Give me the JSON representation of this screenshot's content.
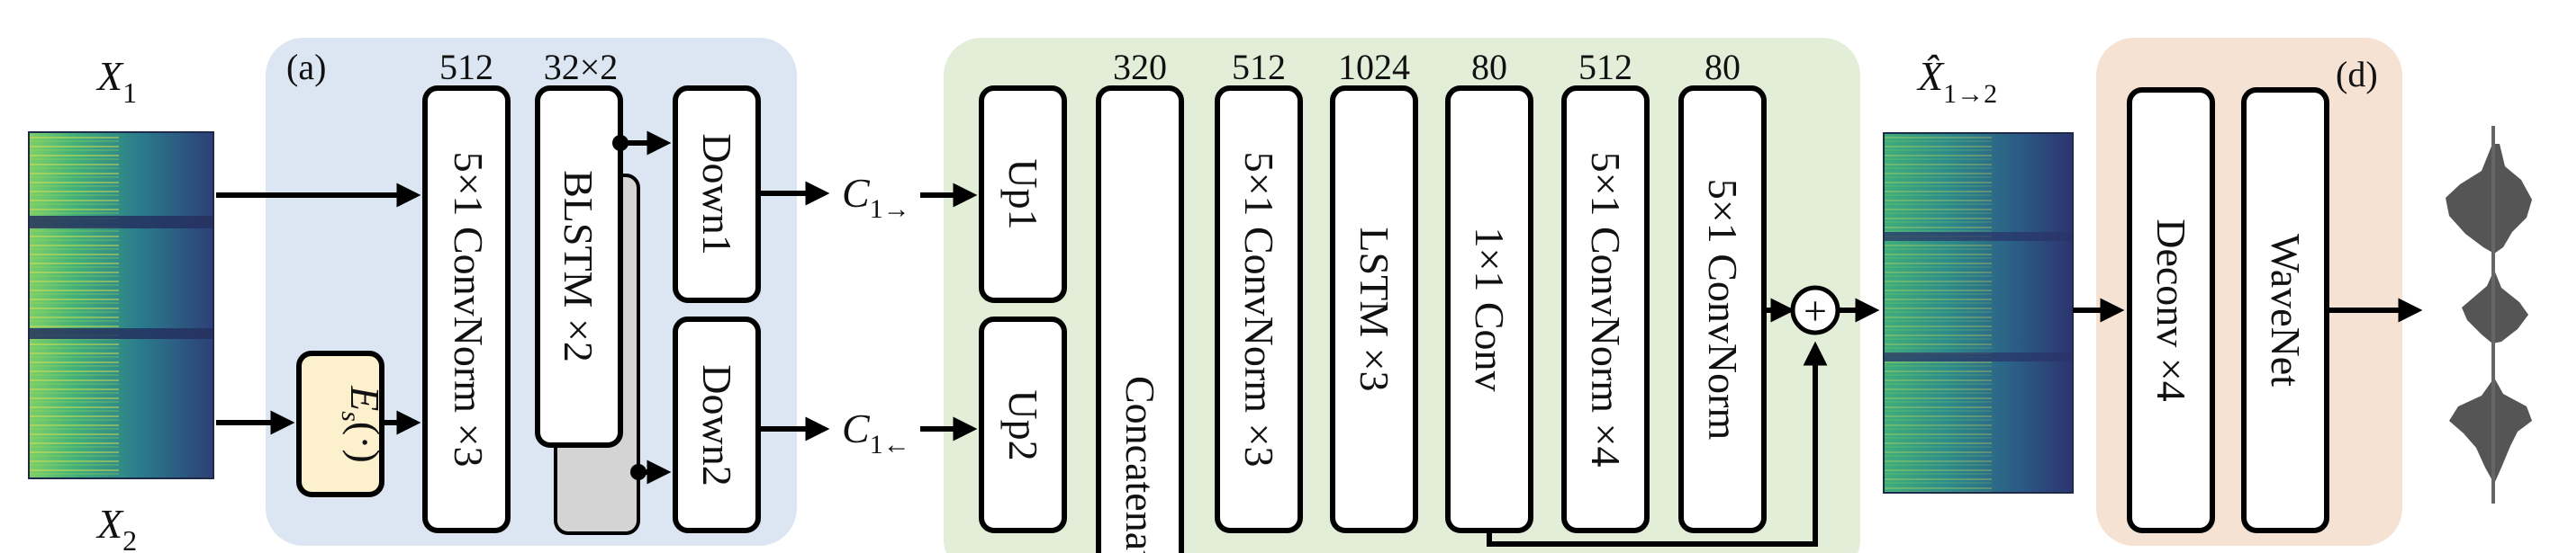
{
  "inputs": {
    "x1_label": "X",
    "x1_sub": "1",
    "x2_label": "X",
    "x2_sub": "2",
    "output_label": "X̂",
    "output_sub": "1→2"
  },
  "encoder": {
    "panel_label": "(a)",
    "speaker_encoder": "E",
    "speaker_encoder_sub": "s",
    "speaker_encoder_arg": "(·)",
    "convnorm": "5×1 ConvNorm ×3",
    "convnorm_dim": "512",
    "blstm": "BLSTM ×2",
    "blstm_dim": "32×2",
    "down1": "Down1",
    "down2": "Down2",
    "code_fwd": "C",
    "code_fwd_sub": "1→",
    "code_bwd": "C",
    "code_bwd_sub": "1←"
  },
  "decoder": {
    "up1": "Up1",
    "up2": "Up2",
    "concat": "Concatenate",
    "concat_dim": "320",
    "convnorm": "5×1 ConvNorm ×3",
    "convnorm_dim": "512",
    "lstm": "LSTM ×3",
    "lstm_dim": "1024",
    "conv1x1": "1×1 Conv",
    "conv1x1_dim": "80",
    "postnet": "5×1 ConvNorm ×4",
    "postnet_dim": "512",
    "convnorm_out": "5×1 ConvNorm",
    "convnorm_out_dim": "80",
    "plus": "+"
  },
  "vocoder": {
    "panel_label": "(d)",
    "deconv": "Deconv ×4",
    "wavenet": "WaveNet"
  },
  "colors": {
    "encoder_panel": "#dbe6f2",
    "decoder_panel": "#e3eed9",
    "vocoder_panel": "#f6e2d3",
    "speaker_box": "#fdf0cc",
    "blstm_shadow": "#d4d4d4"
  }
}
